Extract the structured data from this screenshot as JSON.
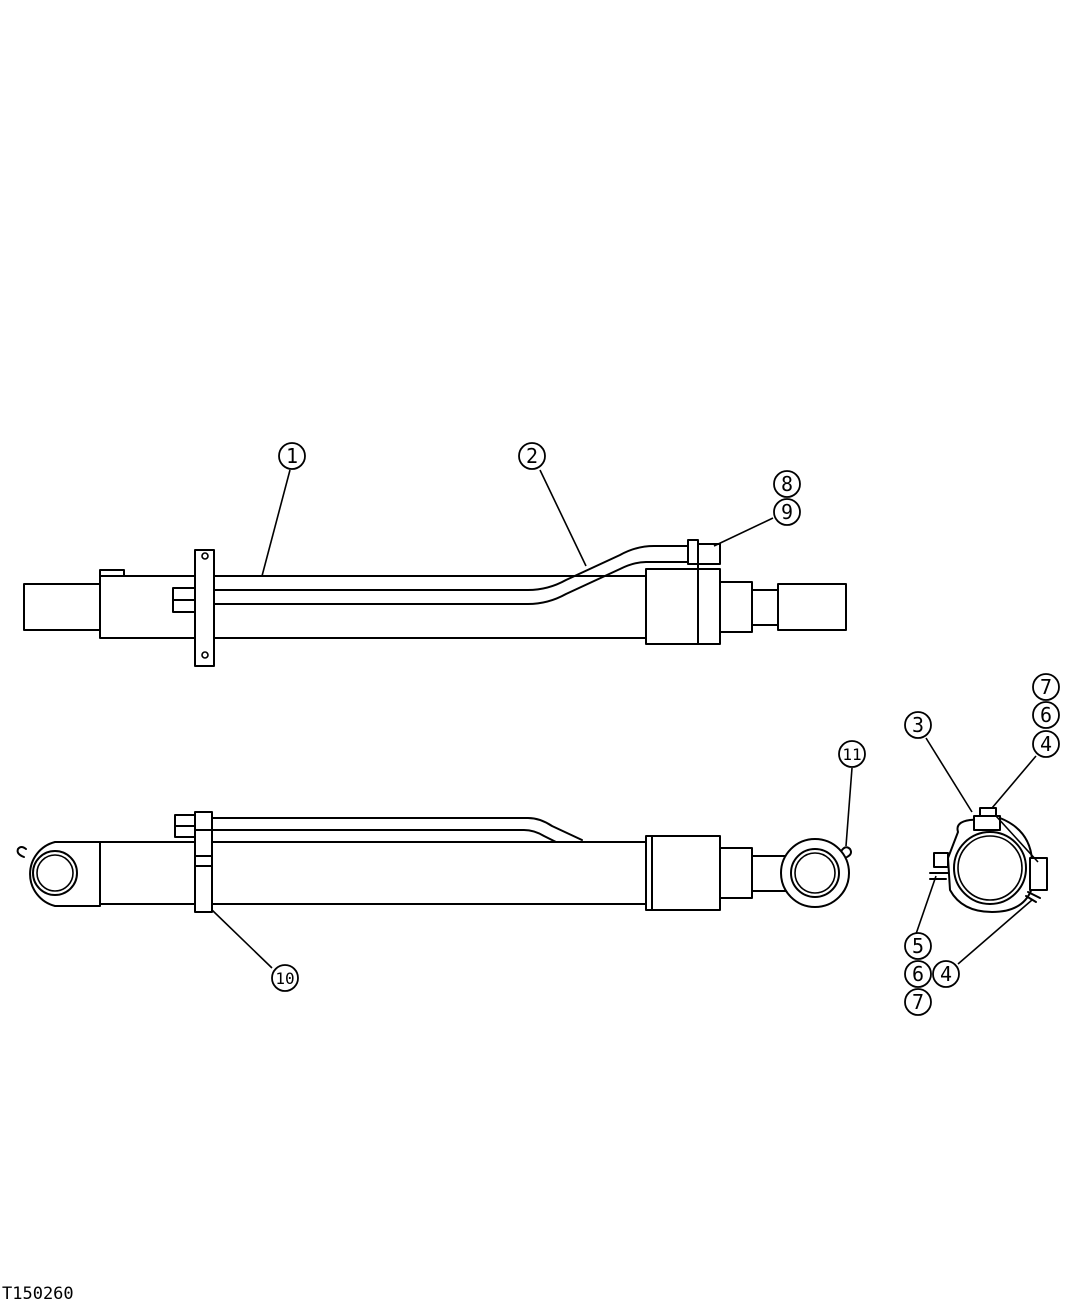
{
  "figure_id": "T150260",
  "callouts": [
    "1",
    "2",
    "8",
    "9",
    "11",
    "10",
    "3",
    "7",
    "6",
    "4",
    "5",
    "6",
    "4",
    "7"
  ]
}
